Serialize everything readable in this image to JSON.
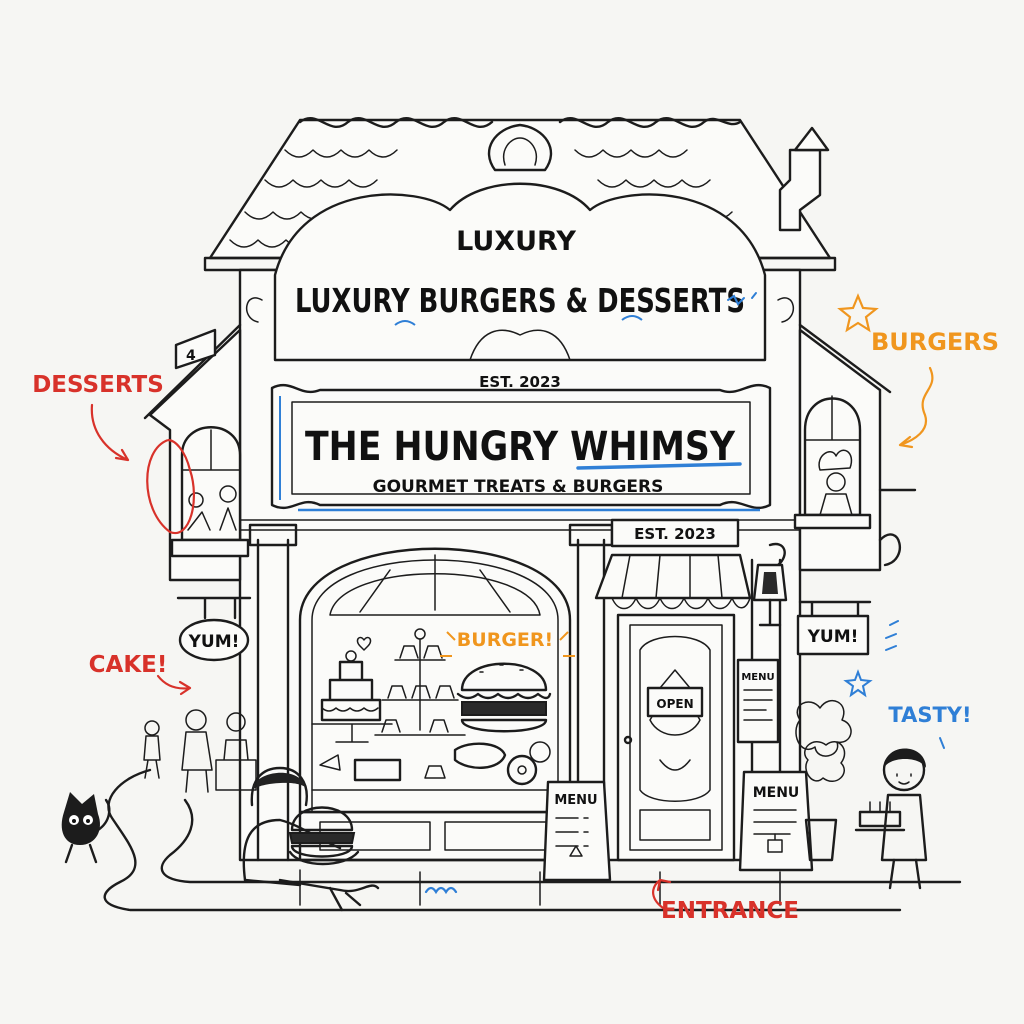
{
  "signs": {
    "top_luxury": "LUXURY",
    "main_banner": "LUXURY BURGERS & DESSERTS",
    "est_upper": "EST. 2023",
    "shop_name": "THE HUNGRY WHIMSY",
    "tagline": "GOURMET TREATS & BURGERS",
    "est_door": "EST. 2023",
    "door_open": "OPEN",
    "menu_wall": "MENU",
    "menu_board_left": "MENU",
    "menu_board_right": "MENU",
    "yum_left": "YUM!",
    "yum_right": "YUM!",
    "window_burger": "BURGER!"
  },
  "annotations": {
    "desserts": "DESSERTS",
    "burgers": "BURGERS",
    "cake": "CAKE!",
    "tasty": "TASTY!",
    "entrance": "ENTRANCE"
  },
  "colors": {
    "ink": "#1c1c1c",
    "red": "#d8322a",
    "orange": "#f0961e",
    "blue": "#2f7fd6",
    "paper": "#f6f6f3"
  }
}
